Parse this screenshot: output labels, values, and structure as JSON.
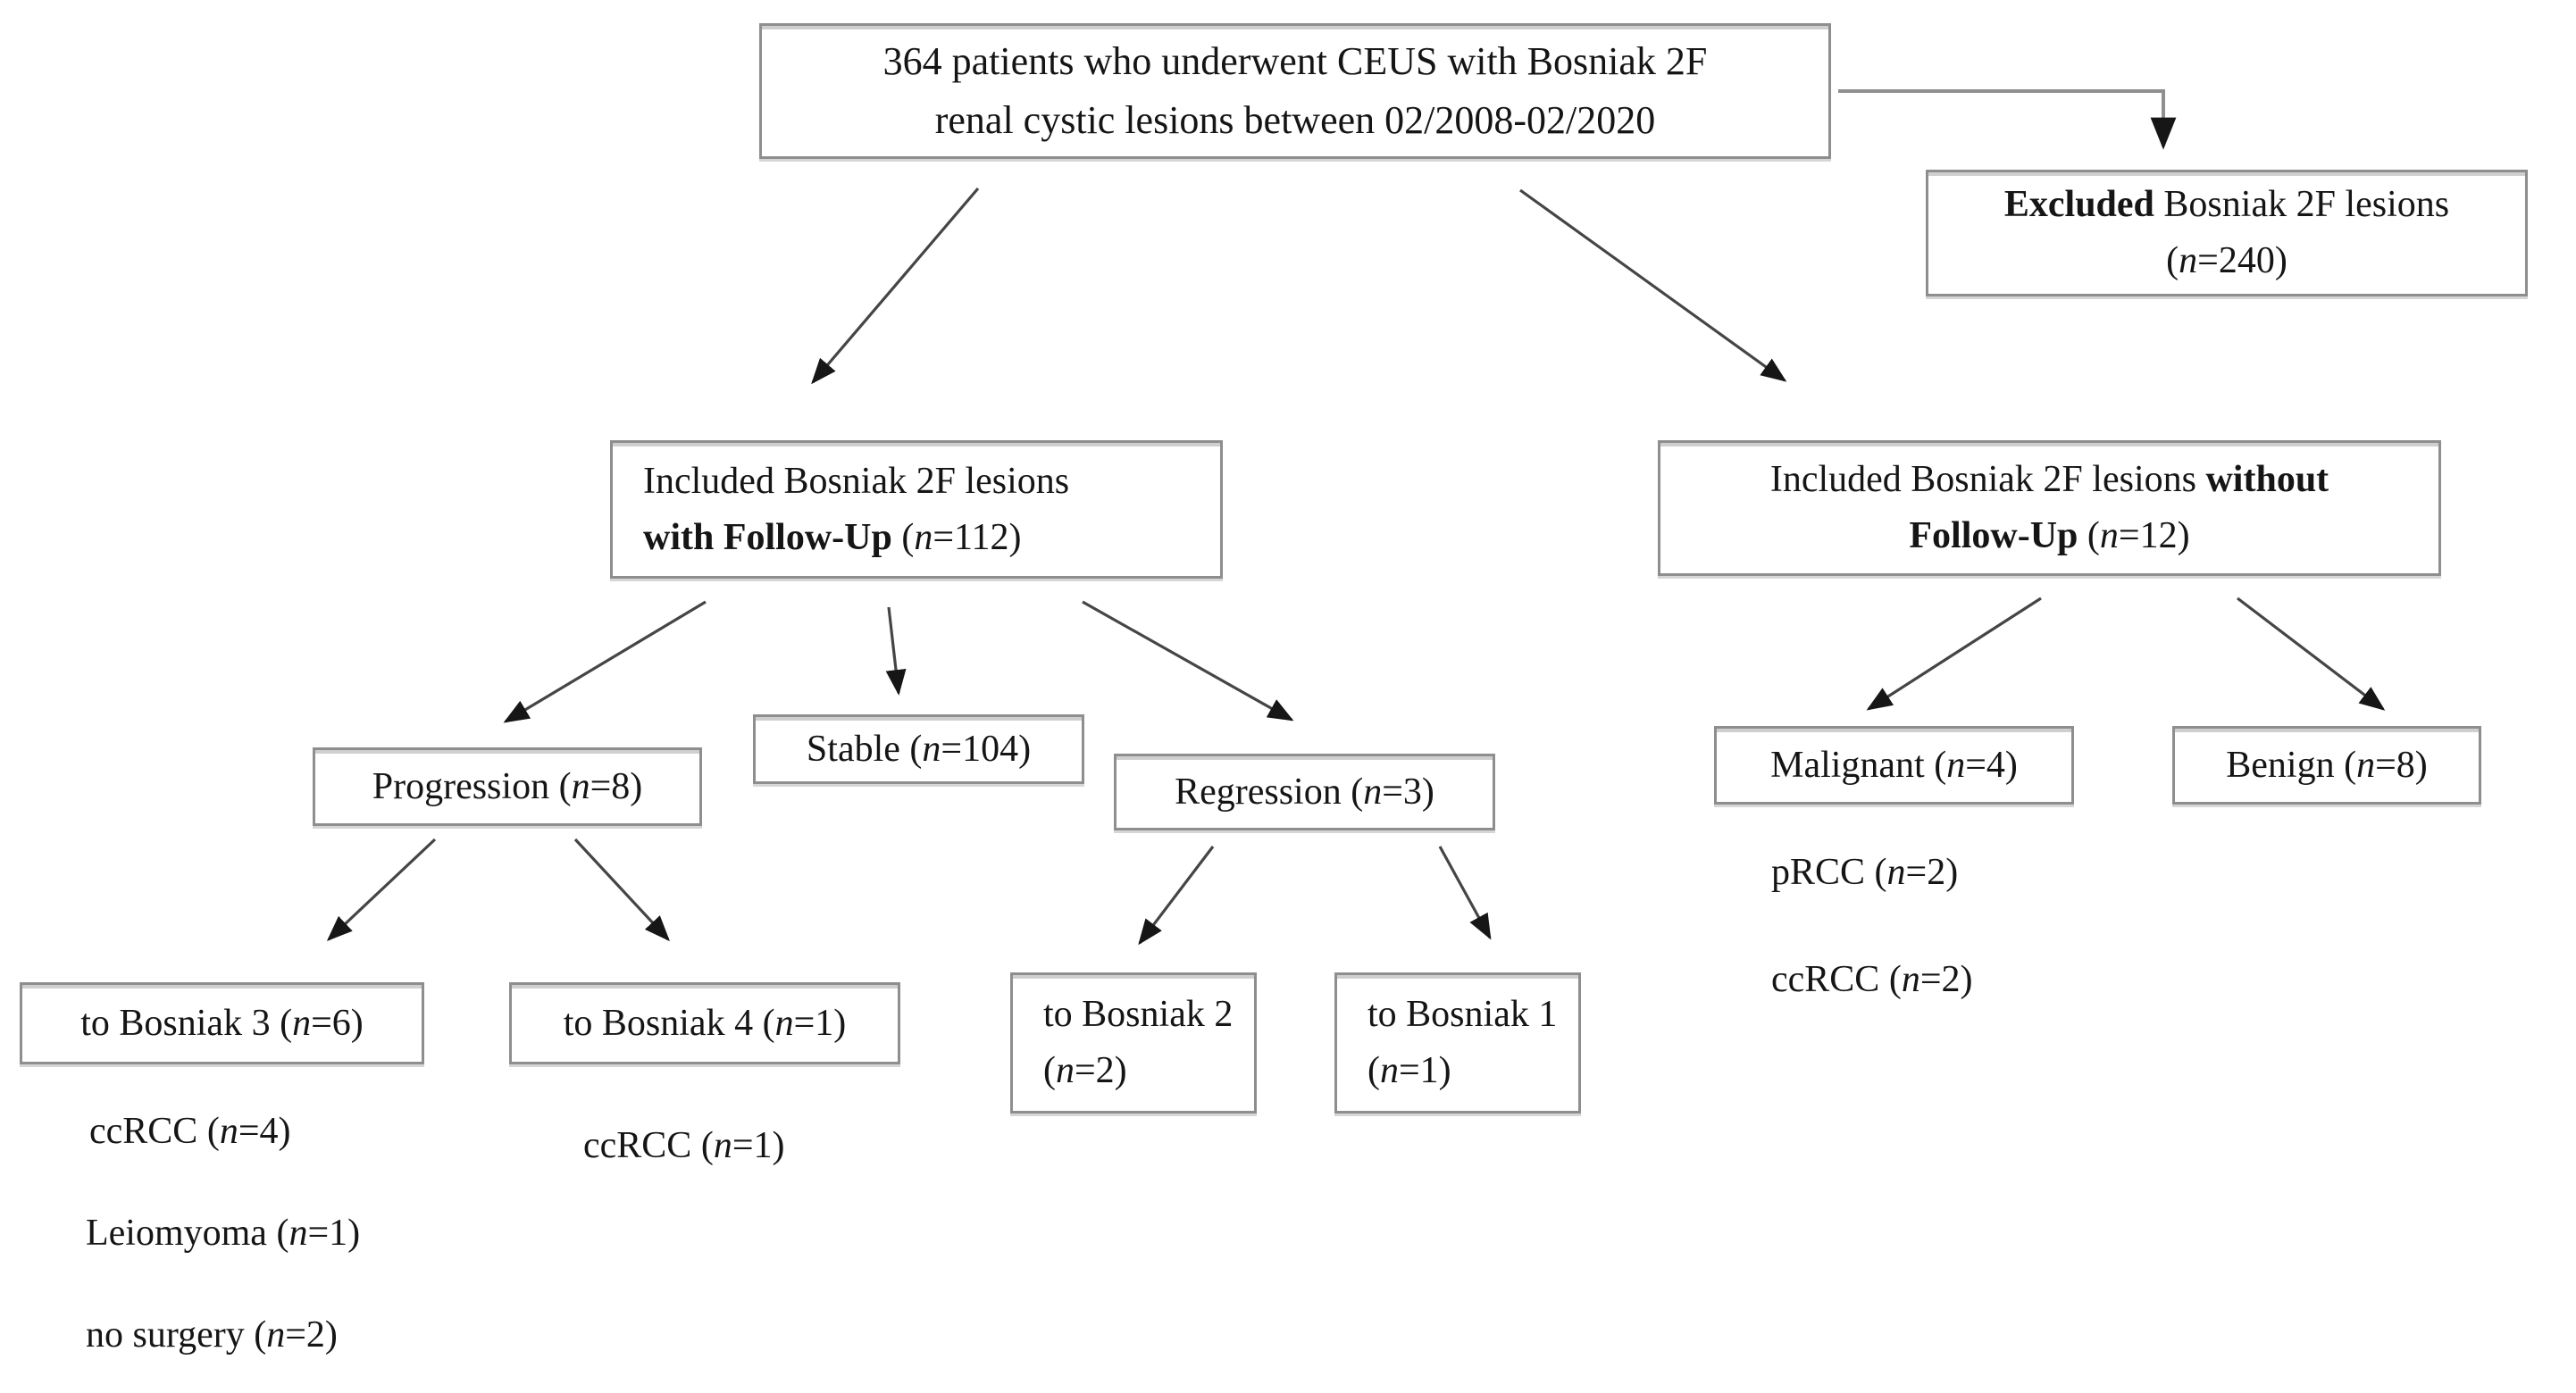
{
  "figure": {
    "background": "#ffffff",
    "box_border_color": "#8e8e8e",
    "arrow_color": "#454545",
    "elbow_connector_color": "#8f8f8f",
    "arrowhead_color": "#161616",
    "text_color": "#151515"
  },
  "nodes": {
    "total": {
      "line1": "364 patients who underwent CEUS with Bosniak 2F",
      "line2": "renal cystic lesions between 02/2008-02/2020"
    },
    "excluded": {
      "line1": "**Excluded** Bosniak 2F lesions",
      "line2": "(n=240)"
    },
    "included_followup": {
      "line1": "Included Bosniak 2F lesions",
      "line2": "**with Follow-Up** (n=112)"
    },
    "included_no_followup": {
      "line1": "Included Bosniak 2F lesions **without**",
      "line2": "**Follow-Up** (n=12)"
    },
    "progression": {
      "label": "Progression (n=8)"
    },
    "stable": {
      "label": "Stable (n=104)"
    },
    "regression": {
      "label": "Regression (n=3)"
    },
    "malignant": {
      "label": "Malignant (n=4)"
    },
    "benign": {
      "label": "Benign (n=8)"
    },
    "to_bosniak_3": {
      "label": "to Bosniak 3 (n=6)"
    },
    "to_bosniak_4": {
      "label": "to Bosniak 4 (n=1)"
    },
    "to_bosniak_2": {
      "line1": "to Bosniak 2",
      "line2": "(n=2)"
    },
    "to_bosniak_1": {
      "line1": "to Bosniak 1",
      "line2": "(n=1)"
    }
  },
  "annotations": {
    "prcc": "pRCC (n=2)",
    "ccrcc_no_followup": "ccRCC (n=2)",
    "ccrcc_bosniak3": "ccRCC (n=4)",
    "leiomyoma": "Leiomyoma (n=1)",
    "no_surgery": "no surgery (n=2)",
    "ccrcc_bosniak4": "ccRCC (n=1)"
  }
}
